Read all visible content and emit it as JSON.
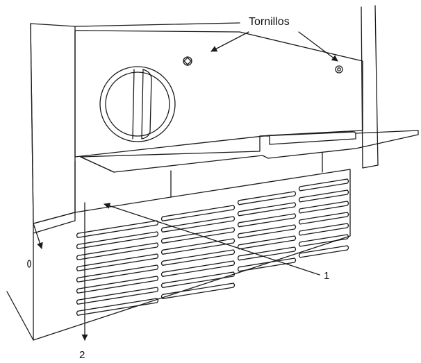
{
  "labels": {
    "screws": "Tornillos",
    "callout_1": "1",
    "callout_2": "2"
  },
  "colors": {
    "stroke": "#1a1a1a",
    "background": "#ffffff",
    "panel_fill": "#ffffff"
  }
}
